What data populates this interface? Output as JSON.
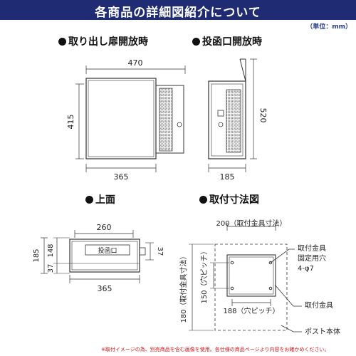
{
  "header": {
    "title": "各商品の詳細図紹介について",
    "unit": "（単位：mm）"
  },
  "sections": {
    "door_open": "取り出し扉開放時",
    "slot_open": "投函口開放時",
    "top": "上面",
    "mount": "取付寸法図"
  },
  "dims": {
    "door_open": {
      "width_total": "470",
      "height": "415",
      "width_body": "365"
    },
    "slot_open": {
      "height": "520",
      "depth": "185"
    },
    "top": {
      "width_inner": "260",
      "depth_total": "185",
      "depth_148": "148",
      "depth_37_left": "37",
      "depth_37_right": "37",
      "width": "365",
      "slot_label": "投函口"
    },
    "mount": {
      "bracket_width": "200（取付金具寸法）",
      "bracket_height": "180（取付金具寸法）",
      "hole_pitch_h": "188（穴ピッチ）",
      "hole_pitch_v": "150（穴ピッチ）",
      "label_holes_1": "取付金具",
      "label_holes_2": "固定用穴",
      "label_holes_3": "4-φ7",
      "label_bracket": "取付金具",
      "label_body": "ポスト本体"
    }
  },
  "footnote": "※取付イメージの為、別売商品を含む画像を使用。各仕様の商品ページより内容をお確かめください。",
  "colors": {
    "banner": "#1f2b73",
    "footnote": "#d0161c",
    "unit": "#2a3e8c"
  }
}
